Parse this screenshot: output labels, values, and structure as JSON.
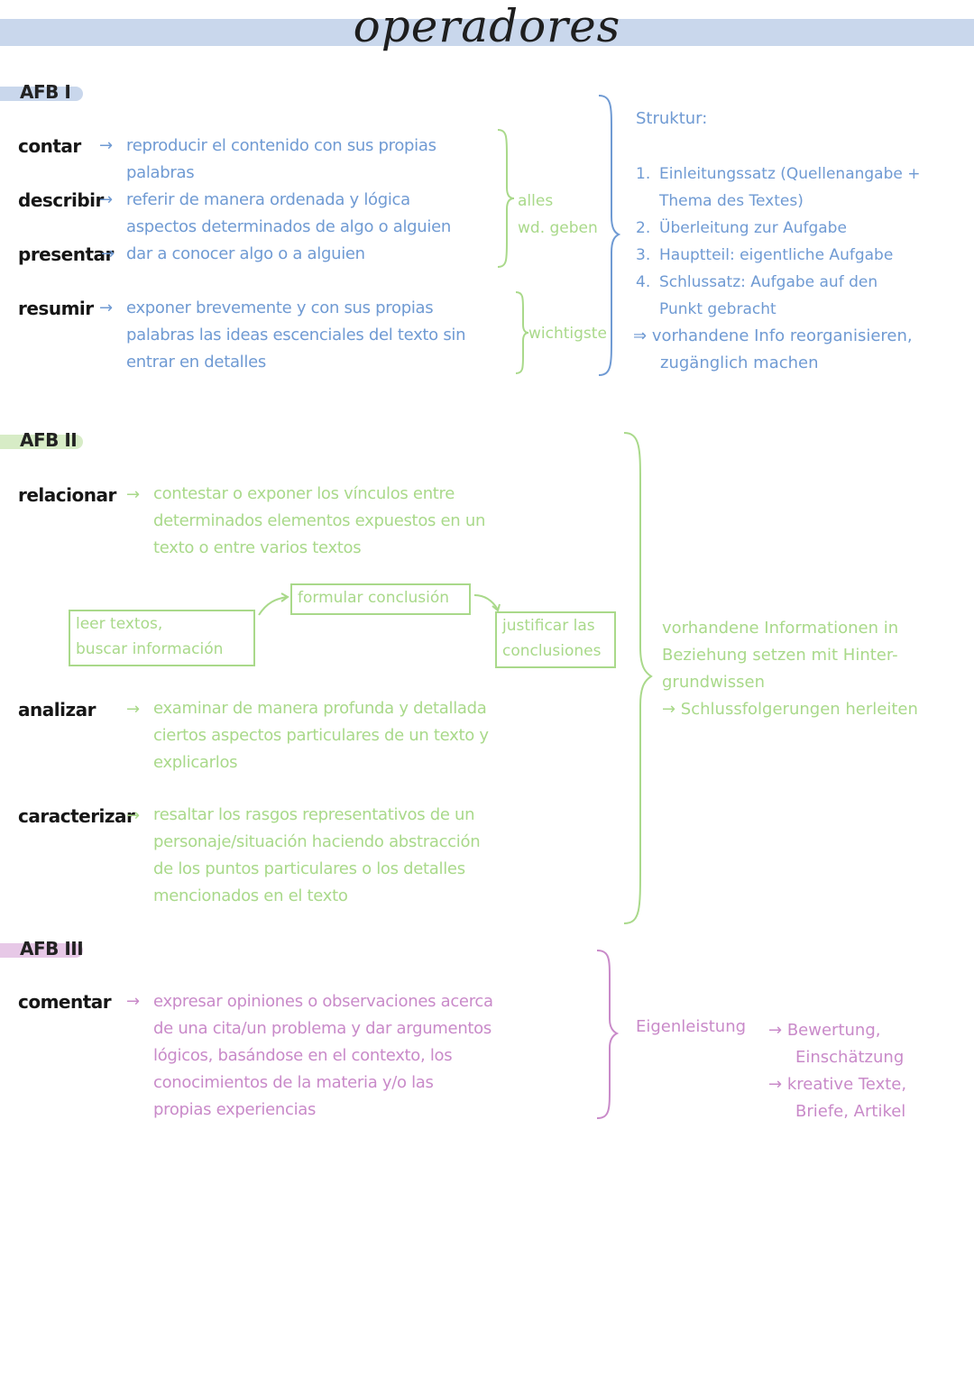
{
  "title": "operadores",
  "colors": {
    "title_band": "#c9d7ec",
    "afb1": "#6f9ad3",
    "afb2": "#a9d98a",
    "afb3": "#c98ac9"
  },
  "afb1": {
    "label": "AFB I",
    "terms": [
      {
        "term": "contar",
        "arrow": "→",
        "desc_lines": [
          "reproducir el contenido con sus propias",
          "palabras"
        ]
      },
      {
        "term": "describir",
        "arrow": "→",
        "desc_lines": [
          "referir de manera ordenada y lógica",
          "aspectos determinados de algo o alguien"
        ]
      },
      {
        "term": "presentar",
        "arrow": "→",
        "desc_lines": [
          "dar a conocer algo o a alguien"
        ]
      },
      {
        "term": "resumir",
        "arrow": "→",
        "desc_lines": [
          "exponer brevemente y con sus propias",
          "palabras las ideas escenciales del texto sin",
          "entrar en detalles"
        ]
      }
    ],
    "brace_note_1": [
      "alles",
      "wd. geben"
    ],
    "brace_note_2": "wichtigste",
    "struktur": {
      "heading": "Struktur:",
      "items": [
        {
          "num": "1.",
          "text": "Einleitungssatz (Quellenangabe +"
        },
        {
          "num": "",
          "text": "Thema des Textes)"
        },
        {
          "num": "2.",
          "text": "Überleitung zur Aufgabe"
        },
        {
          "num": "3.",
          "text": "Hauptteil: eigentliche Aufgabe"
        },
        {
          "num": "4.",
          "text": "Schlussatz: Aufgabe auf den"
        },
        {
          "num": "",
          "text": "Punkt gebracht"
        }
      ],
      "conclusion_arrow": "⇒",
      "conclusion_lines": [
        "vorhandene Info reorganisieren,",
        "zugänglich machen"
      ]
    }
  },
  "afb2": {
    "label": "AFB II",
    "relacionar": {
      "term": "relacionar",
      "arrow": "→",
      "desc_lines": [
        "contestar o exponer los vínculos entre",
        "determinados elementos expuestos en un",
        "texto o entre varios textos"
      ]
    },
    "flow": {
      "box_left": [
        "leer textos,",
        "buscar información"
      ],
      "box_top": "formular conclusión",
      "box_right": [
        "justificar las",
        "conclusiones"
      ]
    },
    "analizar": {
      "term": "analizar",
      "arrow": "→",
      "desc_lines": [
        "examinar de manera profunda y detallada",
        "ciertos aspectos particulares de un texto y",
        "explicarlos"
      ]
    },
    "caracterizar": {
      "term": "caracterizar",
      "arrow": "→",
      "desc_lines": [
        "resaltar los rasgos representativos de un",
        "personaje/situación haciendo abstracción",
        "de los puntos particulares o los detalles",
        "mencionados en el texto"
      ]
    },
    "note_lines": [
      "vorhandene Informationen in",
      "Beziehung setzen mit Hinter-",
      "grundwissen"
    ],
    "note_result": "→ Schlussfolgerungen herleiten"
  },
  "afb3": {
    "label": "AFB III",
    "comentar": {
      "term": "comentar",
      "arrow": "→",
      "desc_lines": [
        "expresar opiniones o observaciones acerca",
        "de una cita/un problema y dar argumentos",
        "lógicos, basándose en el contexto, los",
        "conocimientos de la materia y/o las",
        "propias experiencias"
      ]
    },
    "note_label": "Eigenleistung",
    "note_items": [
      {
        "arrow": "→",
        "lines": [
          "Bewertung,",
          "Einschätzung"
        ]
      },
      {
        "arrow": "→",
        "lines": [
          "kreative Texte,",
          "Briefe, Artikel"
        ]
      }
    ]
  }
}
